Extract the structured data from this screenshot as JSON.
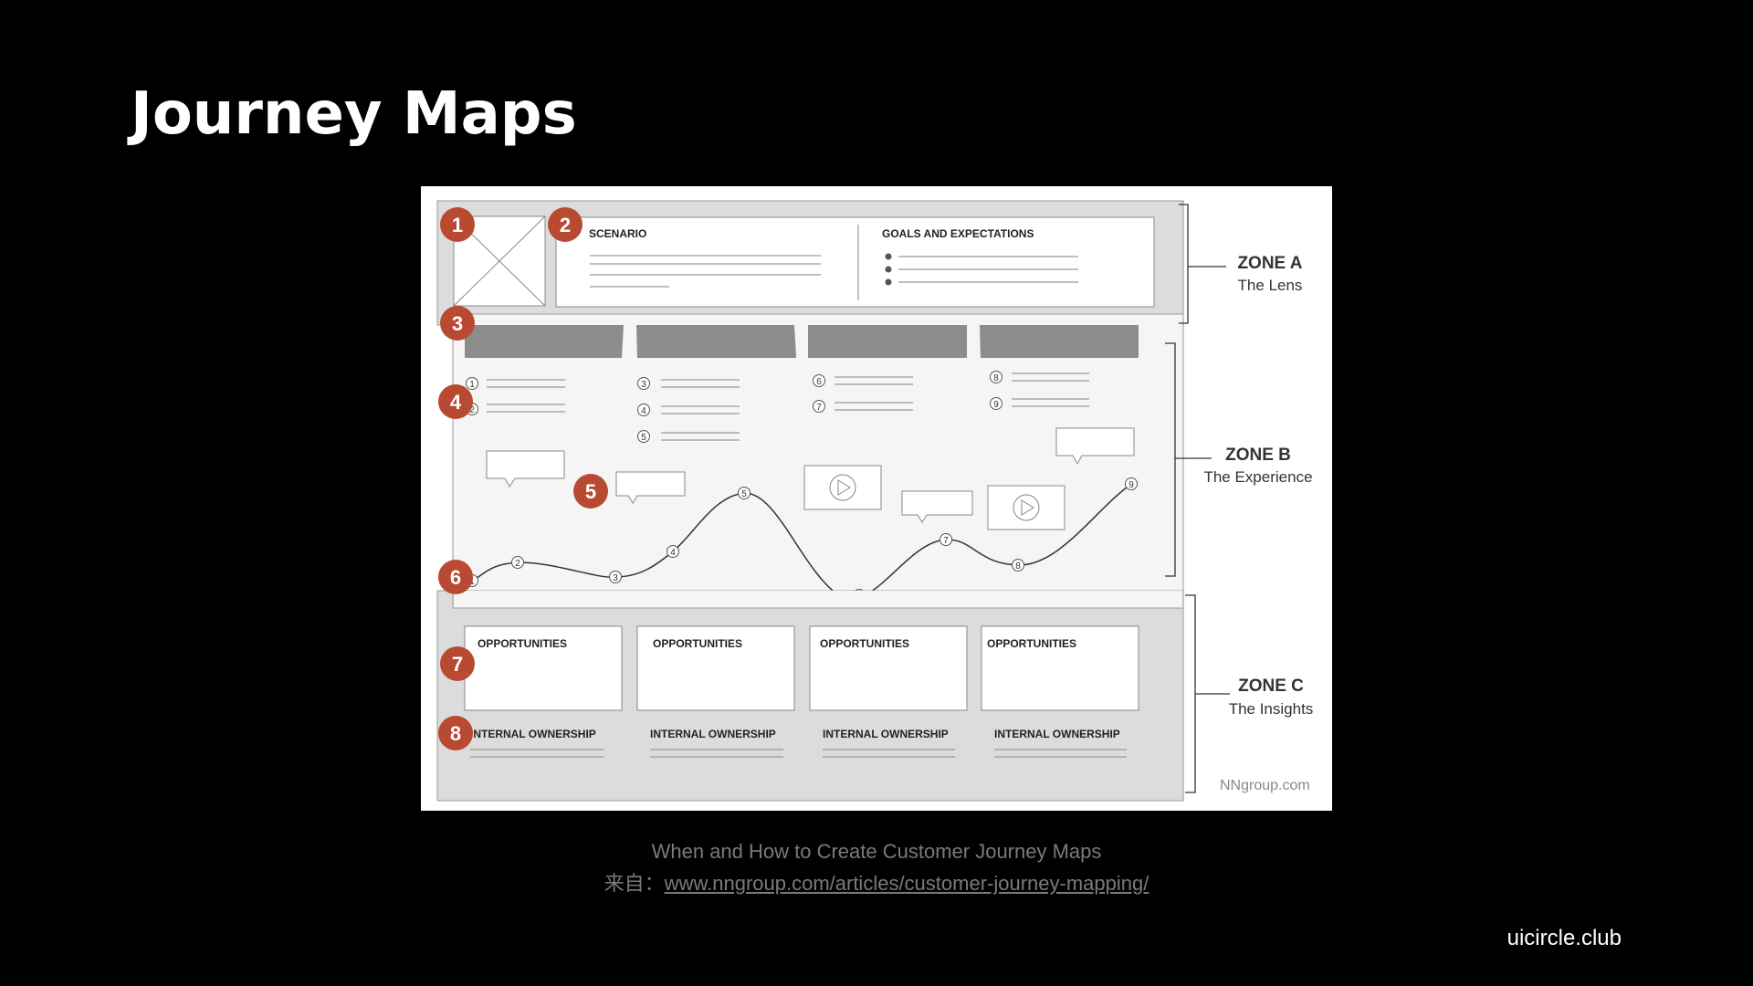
{
  "slide": {
    "title": "Journey Maps",
    "footer_site": "uicircle.club"
  },
  "caption": {
    "line1": "When and How to Create Customer Journey Maps",
    "prefix": "来自：",
    "link": "www.nngroup.com/articles/customer-journey-mapping/"
  },
  "diagram": {
    "scenario_label": "SCENARIO",
    "goals_label": "GOALS AND EXPECTATIONS",
    "zones": [
      {
        "title": "ZONE A",
        "subtitle": "The Lens"
      },
      {
        "title": "ZONE B",
        "subtitle": "The Experience"
      },
      {
        "title": "ZONE C",
        "subtitle": "The Insights"
      }
    ],
    "opportunities_label": "OPPORTUNITIES",
    "ownership_label": "INTERNAL OWNERSHIP",
    "markers": [
      "1",
      "2",
      "3",
      "4",
      "5",
      "6",
      "7",
      "8"
    ],
    "touchpoints": [
      "1",
      "2",
      "3",
      "4",
      "5",
      "6",
      "7",
      "8",
      "9"
    ],
    "watermark": "NNgroup.com",
    "colors": {
      "marker": "#b84a32",
      "band": "#8c8c8c",
      "zone_bg": "#dcdcdc"
    }
  }
}
